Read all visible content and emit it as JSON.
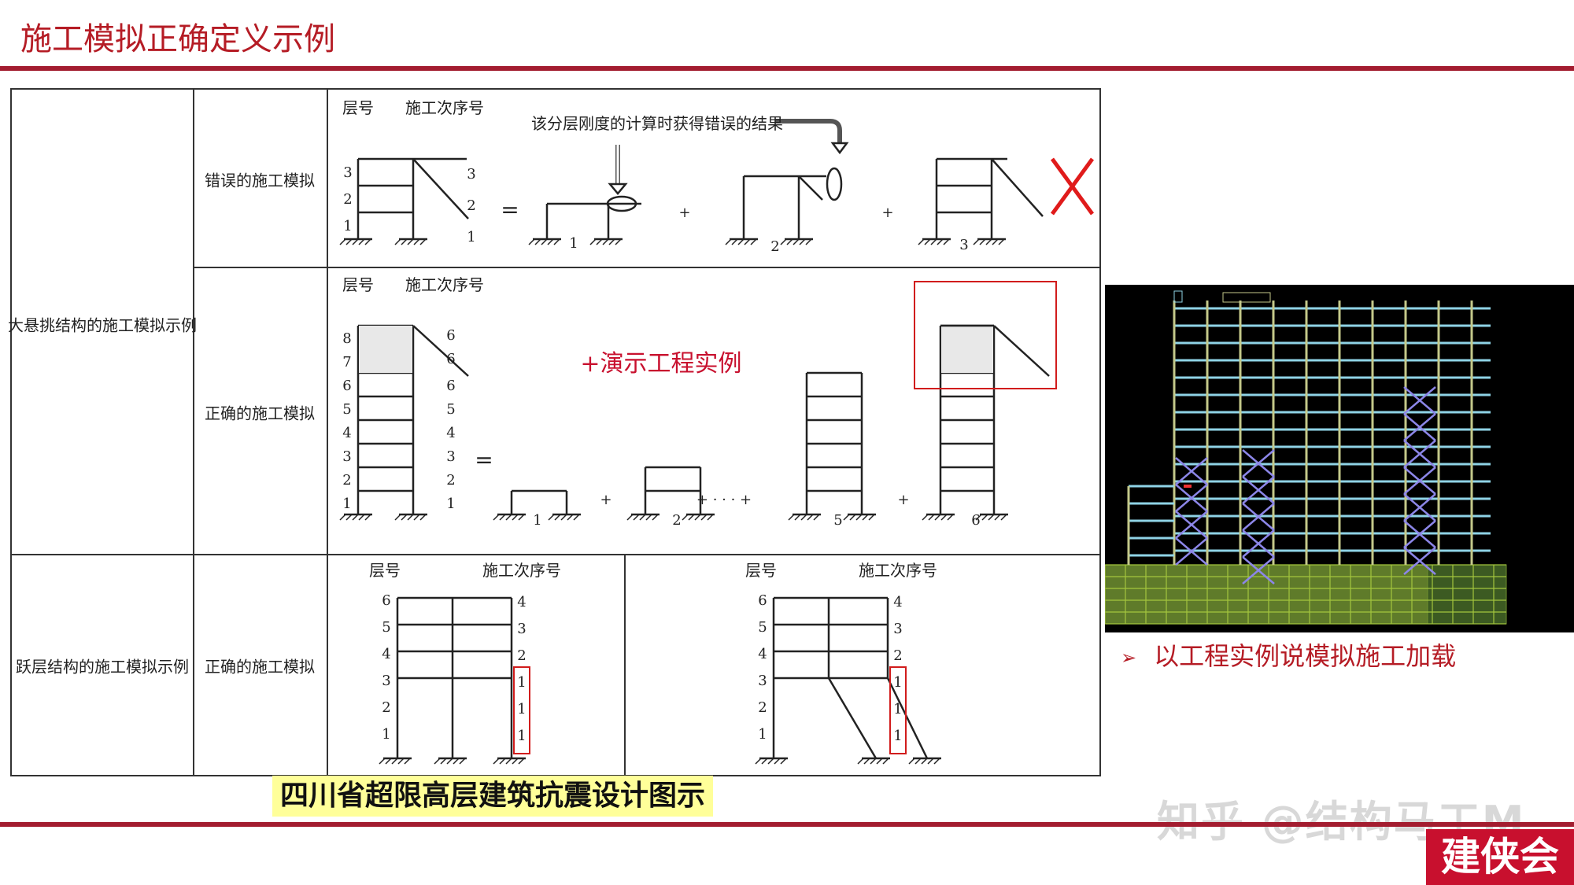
{
  "header": {
    "title": "施工模拟正确定义示例"
  },
  "table": {
    "row_group_1_label": "大悬挑结构的施工模拟示例",
    "row_group_2_label": "跃层结构的施工模拟示例",
    "wrong_label": "错误的施工模拟",
    "correct_label_1": "正确的施工模拟",
    "correct_label_2": "正确的施工模拟"
  },
  "diagram": {
    "floor_no": "层号",
    "seq_no": "施工次序号",
    "annotation": "该分层刚度的计算时获得错误的结果",
    "demo_note": "+演示工程实例",
    "eq": "=",
    "plus": "+",
    "dots": "+ · · · +",
    "wrong_floor_nums": [
      "3",
      "2",
      "1"
    ],
    "wrong_seq_nums": [
      "3",
      "2",
      "1"
    ],
    "wrong_stage_nums": [
      "1",
      "2",
      "3"
    ],
    "correct_floor_nums": [
      "8",
      "7",
      "6",
      "5",
      "4",
      "3",
      "2",
      "1"
    ],
    "correct_seq_nums": [
      "6",
      "6",
      "6",
      "5",
      "4",
      "3",
      "2",
      "1"
    ],
    "correct_stage_nums": [
      "1",
      "2",
      "5",
      "6"
    ],
    "skip_floor_nums": [
      "6",
      "5",
      "4",
      "3",
      "2",
      "1"
    ],
    "skip_seq_nums": [
      "4",
      "3",
      "2",
      "1",
      "1",
      "1"
    ],
    "wrong_mark": "X"
  },
  "caption": "四川省超限高层建筑抗震设计图示",
  "bullet": {
    "arrow": "➢",
    "text": "以工程实例说模拟施工加载"
  },
  "watermark": "知乎 @结构马工M",
  "logo": "建侠会"
}
